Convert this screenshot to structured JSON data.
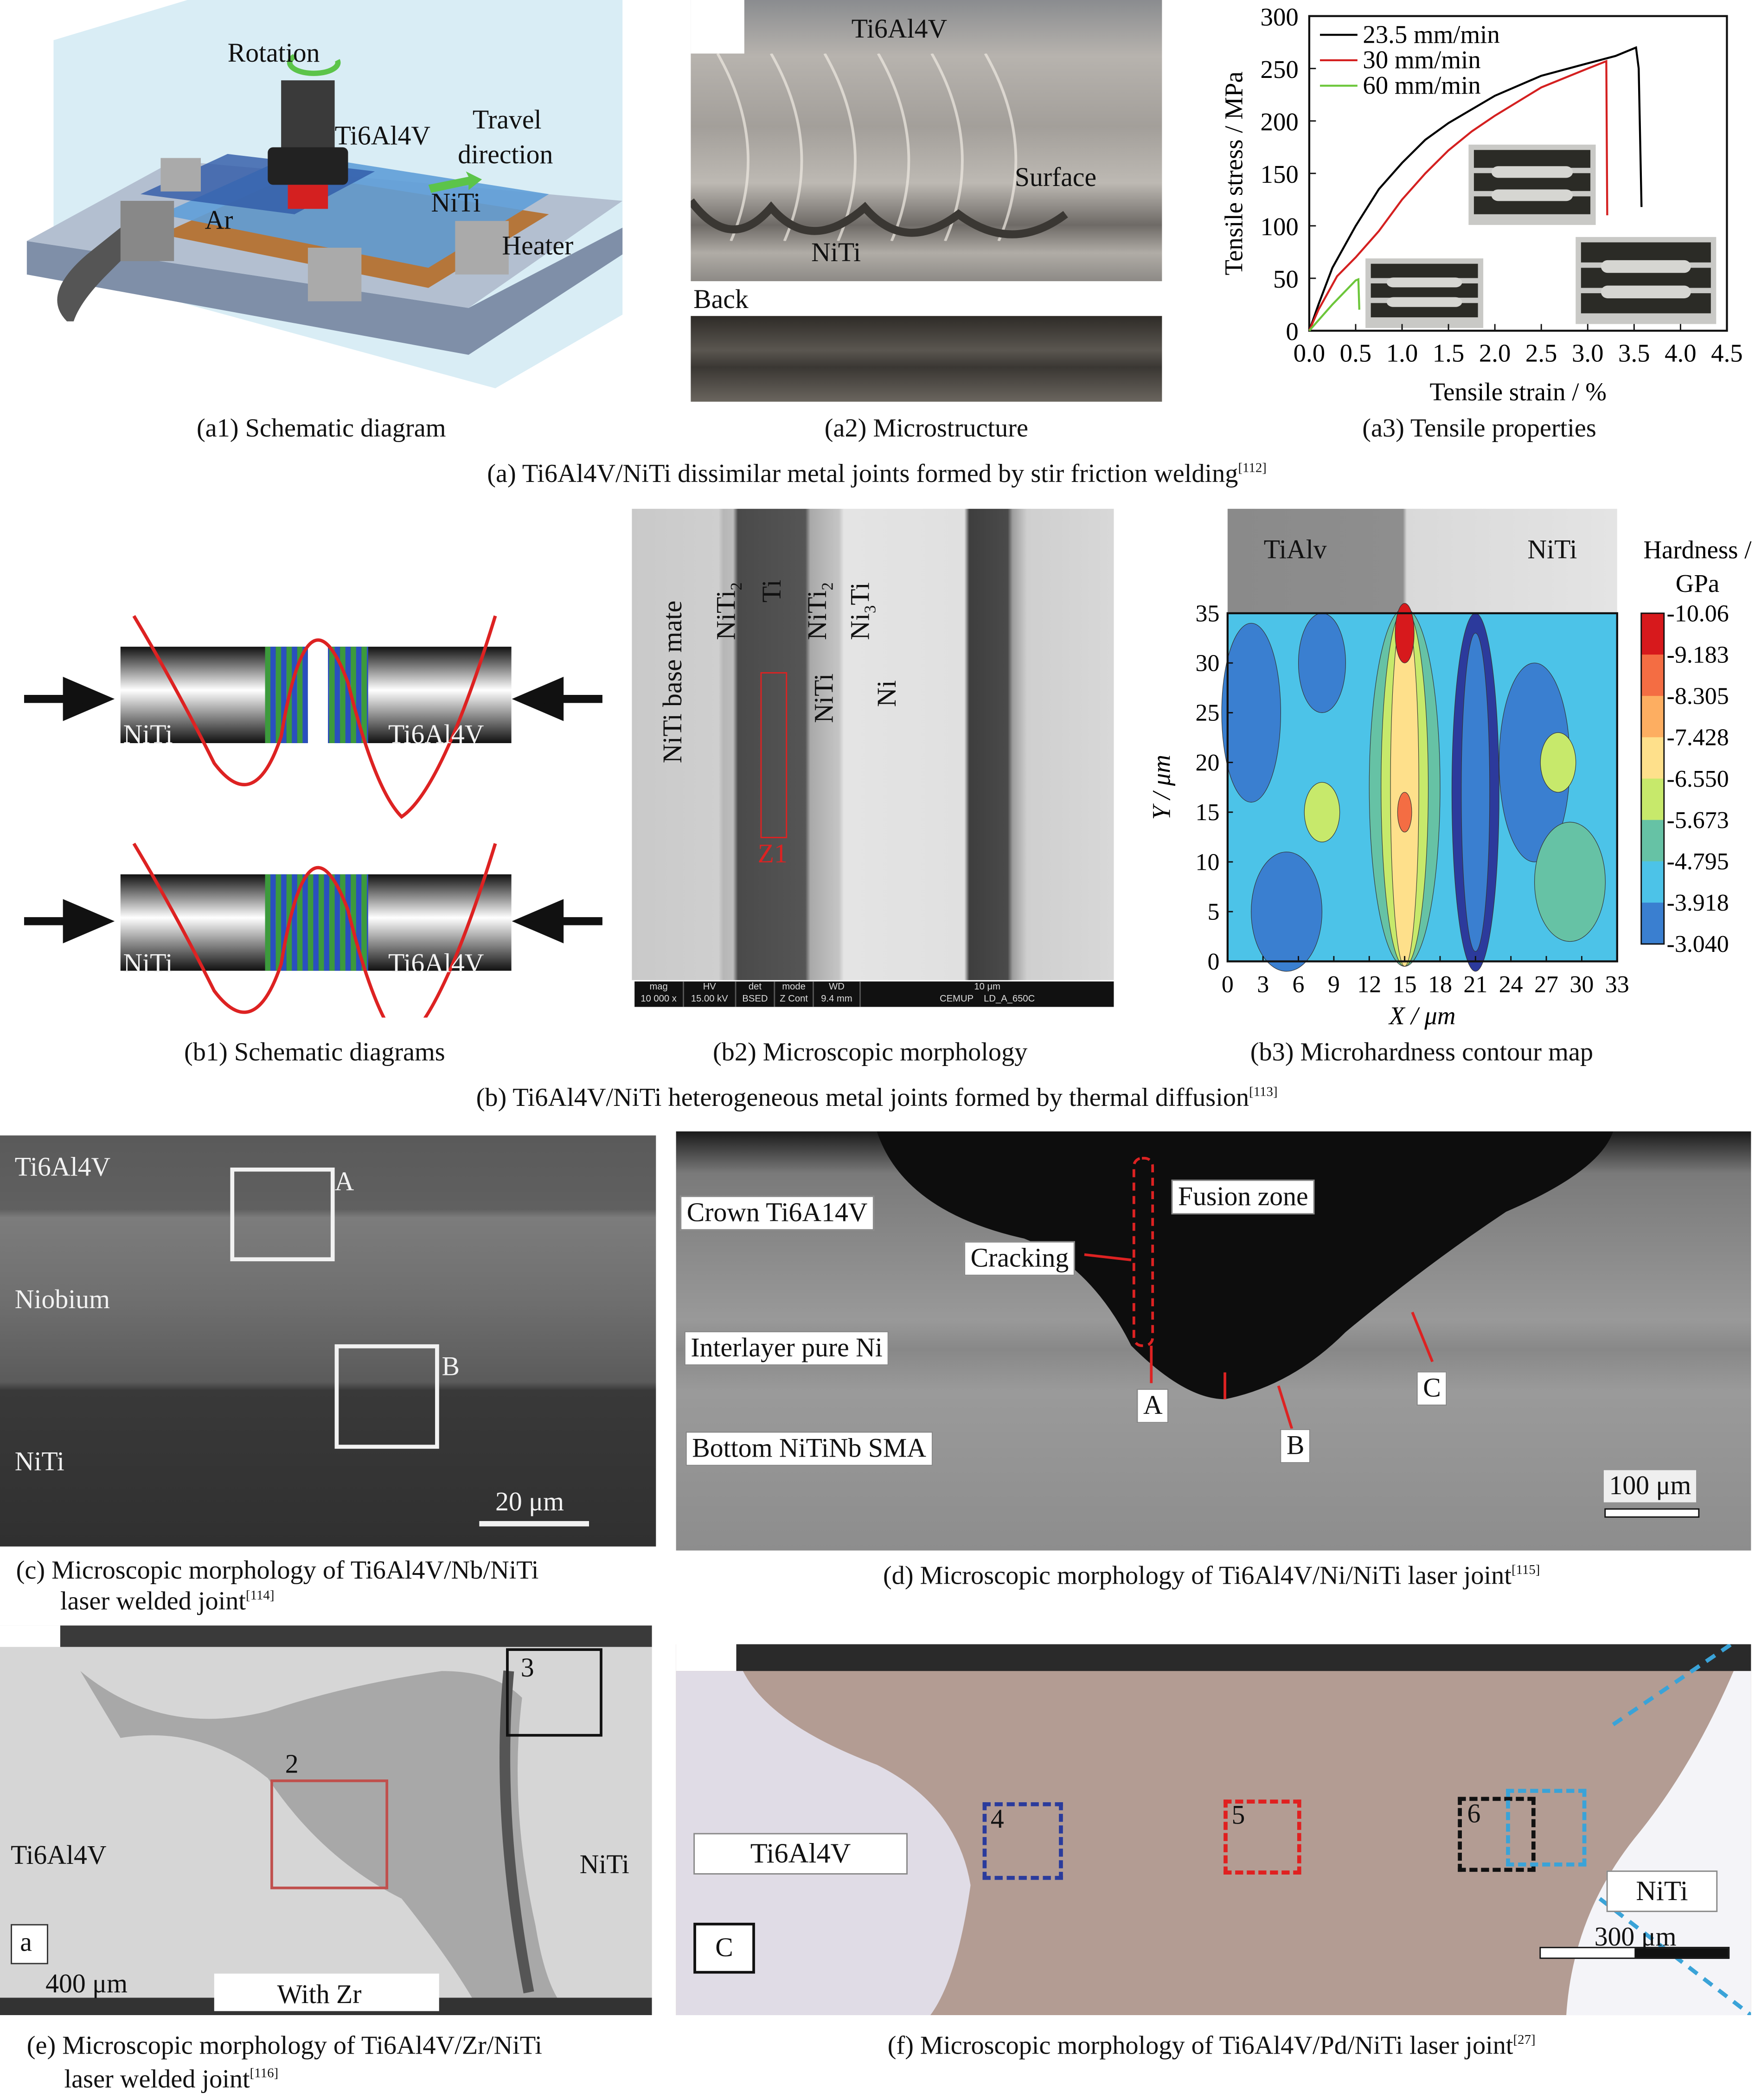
{
  "section_a": {
    "caption": "(a) Ti6Al4V/NiTi dissimilar metal joints formed by stir friction welding",
    "ref": "[112]",
    "a1": {
      "caption": "(a1) Schematic diagram",
      "labels": {
        "rotation": "Rotation",
        "ti": "Ti6Al4V",
        "travel1": "Travel",
        "travel2": "direction",
        "niti": "NiTi",
        "ar": "Ar",
        "heater": "Heater"
      }
    },
    "a2": {
      "caption": "(a2) Microstructure",
      "labels": {
        "ti": "Ti6Al4V",
        "surface": "Surface",
        "niti": "NiTi",
        "back": "Back"
      }
    },
    "a3": {
      "caption": "(a3) Tensile properties"
    }
  },
  "section_b": {
    "caption": "(b) Ti6Al4V/NiTi heterogeneous metal joints formed by thermal diffusion",
    "ref": "[113]",
    "b1": {
      "caption": "(b1) Schematic diagrams",
      "left": "NiTi",
      "right": "Ti6Al4V"
    },
    "b2": {
      "caption": "(b2) Microscopic morphology",
      "layers": {
        "base": "NiTi base mate",
        "niti2a": "NiTi",
        "ti": "Ti",
        "niti2b": "NiTi",
        "ni3ti": "Ni",
        "niti": "NiTi",
        "ni": "Ni",
        "sub2": "2",
        "sub3": "3",
        "z1": "Z1",
        "ni3ti_b": "Ti"
      },
      "sem_footer": {
        "mag_h": "mag",
        "mag": "10 000 x",
        "hv_h": "HV",
        "hv": "15.00 kV",
        "det_h": "det",
        "det": "BSED",
        "mode_h": "mode",
        "mode": "Z Cont",
        "wd_h": "WD",
        "wd": "9.4 mm",
        "scale": "10 μm",
        "id": "CEMUP    LD_A_650C"
      }
    },
    "b3": {
      "caption": "(b3) Microhardness contour map",
      "top_left": "TiAlv",
      "top_right": "NiTi"
    }
  },
  "section_c": {
    "caption_line1": "(c) Microscopic morphology of Ti6Al4V/Nb/NiTi",
    "caption_line2": "laser welded joint",
    "ref": "[114]",
    "labels": {
      "ti": "Ti6Al4V",
      "nb": "Niobium",
      "niti": "NiTi",
      "a": "A",
      "b": "B",
      "scale": "20 μm"
    }
  },
  "section_d": {
    "caption": "(d) Microscopic morphology of Ti6Al4V/Ni/NiTi laser joint",
    "ref": "[115]",
    "labels": {
      "crown": "Crown Ti6A14V",
      "fusion": "Fusion zone",
      "cracking": "Cracking",
      "interlayer": "Interlayer pure Ni",
      "bottom": "Bottom NiTiNb SMA",
      "a": "A",
      "b": "B",
      "c": "C",
      "scale": "100 μm"
    }
  },
  "section_e": {
    "caption_line1": "(e) Microscopic morphology of Ti6Al4V/Zr/NiTi",
    "caption_line2": "laser welded joint",
    "ref": "[116]",
    "labels": {
      "n2": "2",
      "n3": "3",
      "ti": "Ti6Al4V",
      "niti": "NiTi",
      "a": "a",
      "scale": "400 μm",
      "zr": "With Zr"
    }
  },
  "section_f": {
    "caption": "(f) Microscopic morphology of Ti6Al4V/Pd/NiTi laser joint",
    "ref": "[27]",
    "labels": {
      "ti": "Ti6Al4V",
      "n4": "4",
      "n5": "5",
      "n6": "6",
      "niti": "NiTi",
      "c": "C",
      "scale": "300 μm"
    }
  },
  "chart_data": [
    {
      "type": "line",
      "xlabel": "Tensile strain / %",
      "ylabel": "Tensile stress / MPa",
      "xlim": [
        0,
        4.5
      ],
      "ylim": [
        0,
        300
      ],
      "xticks": [
        "0.0",
        "0.5",
        "1.0",
        "1.5",
        "2.0",
        "2.5",
        "3.0",
        "3.5",
        "4.0",
        "4.5"
      ],
      "yticks": [
        "0",
        "50",
        "100",
        "150",
        "200",
        "250",
        "300"
      ],
      "legend_position": "top-left",
      "series": [
        {
          "name": "23.5 mm/min",
          "color": "#000000",
          "x": [
            0,
            0.1,
            0.25,
            0.5,
            0.75,
            1.0,
            1.25,
            1.5,
            2.0,
            2.5,
            3.0,
            3.3,
            3.52,
            3.55,
            3.58
          ],
          "y": [
            0,
            25,
            60,
            100,
            135,
            160,
            182,
            198,
            224,
            243,
            255,
            262,
            270,
            250,
            118
          ]
        },
        {
          "name": "30 mm/min",
          "color": "#d42020",
          "x": [
            0,
            0.1,
            0.3,
            0.5,
            0.75,
            1.0,
            1.25,
            1.5,
            1.75,
            2.0,
            2.5,
            3.0,
            3.2,
            3.21
          ],
          "y": [
            0,
            20,
            52,
            70,
            95,
            125,
            150,
            172,
            190,
            205,
            232,
            250,
            257,
            110
          ]
        },
        {
          "name": "60 mm/min",
          "color": "#6cc63a",
          "x": [
            0,
            0.25,
            0.5,
            0.53,
            0.54
          ],
          "y": [
            0,
            25,
            48,
            49,
            20
          ]
        }
      ]
    },
    {
      "type": "heatmap",
      "title": "Microhardness contour map",
      "xlabel": "X / μm",
      "ylabel": "Y / μm",
      "xlim": [
        0,
        33
      ],
      "ylim": [
        0,
        35
      ],
      "xticks": [
        "0",
        "3",
        "6",
        "9",
        "12",
        "15",
        "18",
        "21",
        "24",
        "27",
        "30",
        "33"
      ],
      "yticks": [
        "0",
        "5",
        "10",
        "15",
        "20",
        "25",
        "30",
        "35"
      ],
      "colorbar_label": "Hardness / GPa",
      "colorbar_levels": [
        "10.06",
        "9.183",
        "8.305",
        "7.428",
        "6.550",
        "5.673",
        "4.795",
        "3.918",
        "3.040"
      ],
      "colorbar_colors": [
        "#d7191c",
        "#f46d43",
        "#fdae61",
        "#fee08b",
        "#c7e96b",
        "#66c2a5",
        "#4cc3e8",
        "#3a7fd0",
        "#2c3a9c"
      ]
    }
  ]
}
